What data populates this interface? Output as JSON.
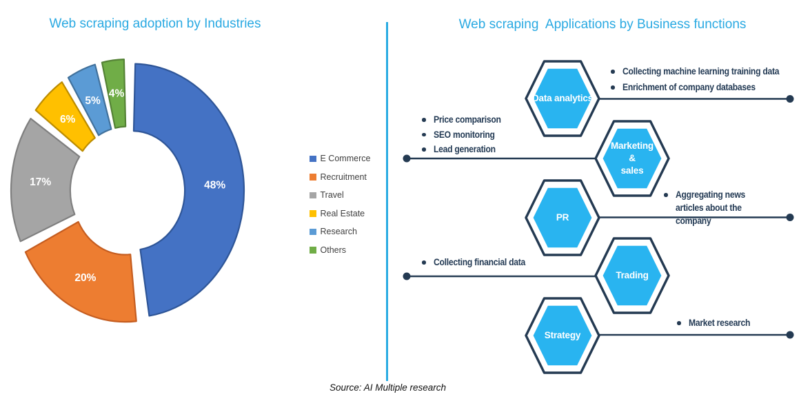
{
  "titles": {
    "left": "Web scraping adoption by Industries",
    "right": "Web scraping  Applications by Business functions"
  },
  "source_note": "Source: AI Multiple research",
  "colors": {
    "title_blue": "#29A9E2",
    "divider_blue": "#29ABE2",
    "hexagon_fill": "#29B4F0",
    "hexagon_border": "#243A52",
    "connector_line": "#243A52",
    "bullet_text": "#233A54",
    "legend_text": "#3F3F3F",
    "slice_label_text": "#FFFFFF"
  },
  "chart_data": {
    "type": "pie",
    "donut": true,
    "hole_ratio": 0.47,
    "title": "Web scraping adoption by Industries",
    "legend_position": "right",
    "categories": [
      "E Commerce",
      "Recruitment",
      "Travel",
      "Real Estate",
      "Research",
      "Others"
    ],
    "values": [
      48,
      20,
      17,
      6,
      5,
      4
    ],
    "slice_labels": [
      "48%",
      "20%",
      "17%",
      "6%",
      "5%",
      "4%"
    ],
    "slice_colors": [
      "#4472C4",
      "#ED7D31",
      "#A5A5A5",
      "#FFC000",
      "#5B9BD5",
      "#70AD47"
    ],
    "slice_border_colors": [
      "#2E5597",
      "#C55D20",
      "#7F7F7F",
      "#BC8C00",
      "#41719C",
      "#548235"
    ]
  },
  "diagram": {
    "nodes": [
      {
        "id": "data-analytics",
        "label": "Data analytics",
        "side": "right",
        "bullets": [
          "Collecting machine learning training data",
          "Enrichment of company databases"
        ]
      },
      {
        "id": "marketing-sales",
        "label": "Marketing & sales",
        "side": "left",
        "bullets": [
          "Price comparison",
          "SEO monitoring",
          "Lead generation"
        ]
      },
      {
        "id": "pr",
        "label": "PR",
        "side": "right",
        "bullets": [
          "Aggregating news articles about the company"
        ]
      },
      {
        "id": "trading",
        "label": "Trading",
        "side": "left",
        "bullets": [
          "Collecting financial data"
        ]
      },
      {
        "id": "strategy",
        "label": "Strategy",
        "side": "right",
        "bullets": [
          "Market research"
        ]
      }
    ]
  }
}
